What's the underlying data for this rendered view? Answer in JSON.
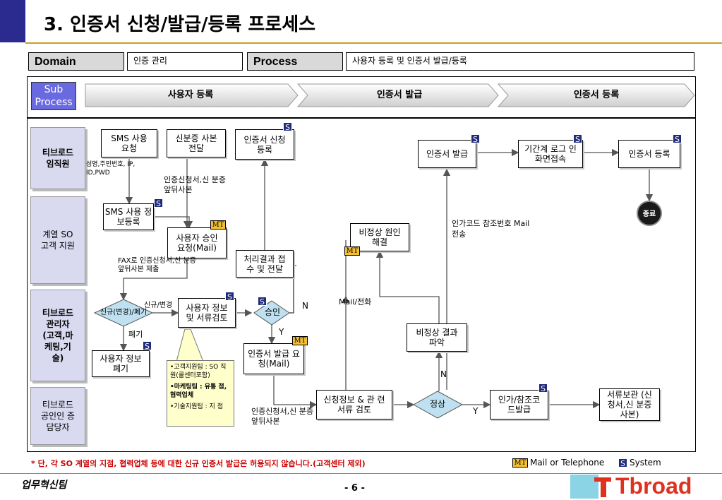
{
  "slide": {
    "title": "3. 인증서 신청/발급/등록 프로세스",
    "page": "- 6 -",
    "footer_left": "업무혁신팀",
    "logo": "Tbroad"
  },
  "header": {
    "domain_label": "Domain",
    "domain_value": "인증 관리",
    "process_label": "Process",
    "process_value": "사용자 등록 및 인증서 발급/등록"
  },
  "subprocess": {
    "label": "Sub Process",
    "steps": [
      "사용자 등록",
      "인증서 발급",
      "인증서 등록"
    ]
  },
  "lanes": [
    "티브로드 임직원",
    "계열 SO 고객 지원",
    "티브로드 관리자 (고객,마 케팅,기 술)",
    "티브로드 공인인 증 담당자"
  ],
  "boxes": {
    "sms_request": "SMS 사용 요청",
    "id_send": "신분증 사본 전달",
    "cert_apply": "인증서 신청 등록",
    "sms_register": "SMS 사용 정보등록",
    "user_approval": "사용자 승인 요청(Mail)",
    "result_receive": "처리결과 접 수 및 전달",
    "user_review": "사용자 정보 및 서류검토",
    "user_discard": "사용자 정보 폐기",
    "cert_issue_req": "인증서 발급 요청(Mail)",
    "abnormal_fix": "비정상 원인 해결",
    "abnormal_check": "비정상 결과 파악",
    "app_review": "신청정보 & 관 련서류 검토",
    "auth_issue": "인가/참조코 드발급",
    "doc_keep": "서류보관 (신청서,신 분증 사본)",
    "cert_issue": "인증서 발급",
    "term_login": "기간계 로그 인 화면접속",
    "cert_register": "인증서 등록",
    "end": "종료"
  },
  "diamonds": {
    "new_change": "신규(변경)/폐기",
    "approve": "승인",
    "normal": "정상"
  },
  "labels": {
    "id_info": "성명,주민번호, IP, ID,PWD",
    "cert_app_copy": "인증신청서,신 분증 앞뒤사본",
    "fax_note": "FAX로 인증신청서,신 분증 앞뒤사본 제출",
    "new_change_edge": "신규/변경",
    "discard_edge": "폐기",
    "n1": "N",
    "y1": "Y",
    "mail_phone": "Mail/전화",
    "n2": "N",
    "y2": "Y",
    "auth_code": "인가코드 참조번호 Mail 전송",
    "cert_app_copy2": "인증신청서,신 분증 앞뒤사본"
  },
  "callout": {
    "line1": "•고객지원팀 : SO 직원(콜센터포함)",
    "line2": "•마케팅팀 : 유통 점,협력업체",
    "line3": "•기술지원팀 : 지 점"
  },
  "badges": {
    "s": "S",
    "mt": "MT"
  },
  "footnote": "* 단, 각 SO 계열의 지점, 협력업체 등에 대한 신규 인증서 발급은 허용되지 않습니다.(고객센터 제외)",
  "legend": {
    "mt": "MT",
    "mt_text": "Mail or Telephone",
    "s": "S",
    "s_text": "System"
  },
  "colors": {
    "accent": "#2b2b8f",
    "lane_bg": "#d9d9f0",
    "footnote": "#cc0000",
    "mt_badge": "#f5c030",
    "s_badge": "#1f2a7a",
    "logo_red": "#e0301e"
  }
}
